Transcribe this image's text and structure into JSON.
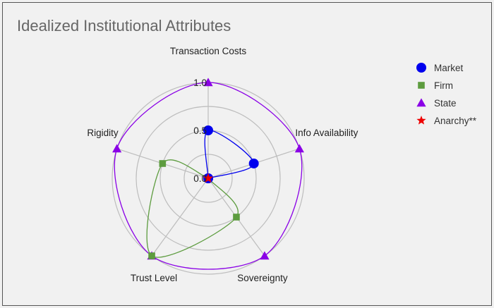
{
  "chart_data": {
    "type": "radar",
    "title": "Idealized Institutional Attributes",
    "axes": [
      "Transaction Costs",
      "Info Availability",
      "Sovereignty",
      "Trust Level",
      "Rigidity"
    ],
    "rlim": [
      0,
      1
    ],
    "ticks": [
      "0.0",
      "0.5",
      "1.0"
    ],
    "tick_values": [
      0,
      0.5,
      1
    ],
    "legend_position": "top-right",
    "series": [
      {
        "name": "Market",
        "values": [
          0.5,
          0.5,
          0,
          0,
          0
        ],
        "color": "#0000ee",
        "marker": "circle"
      },
      {
        "name": "Firm",
        "values": [
          0,
          0,
          0.5,
          1,
          0.5
        ],
        "color": "#5d9c3f",
        "marker": "square"
      },
      {
        "name": "State",
        "values": [
          1,
          1,
          1,
          1,
          1
        ],
        "color": "#8a00e6",
        "marker": "triangle"
      },
      {
        "name": "Anarchy**",
        "values": [
          0,
          0,
          0,
          0,
          0
        ],
        "color": "#ee0000",
        "marker": "star"
      }
    ]
  }
}
